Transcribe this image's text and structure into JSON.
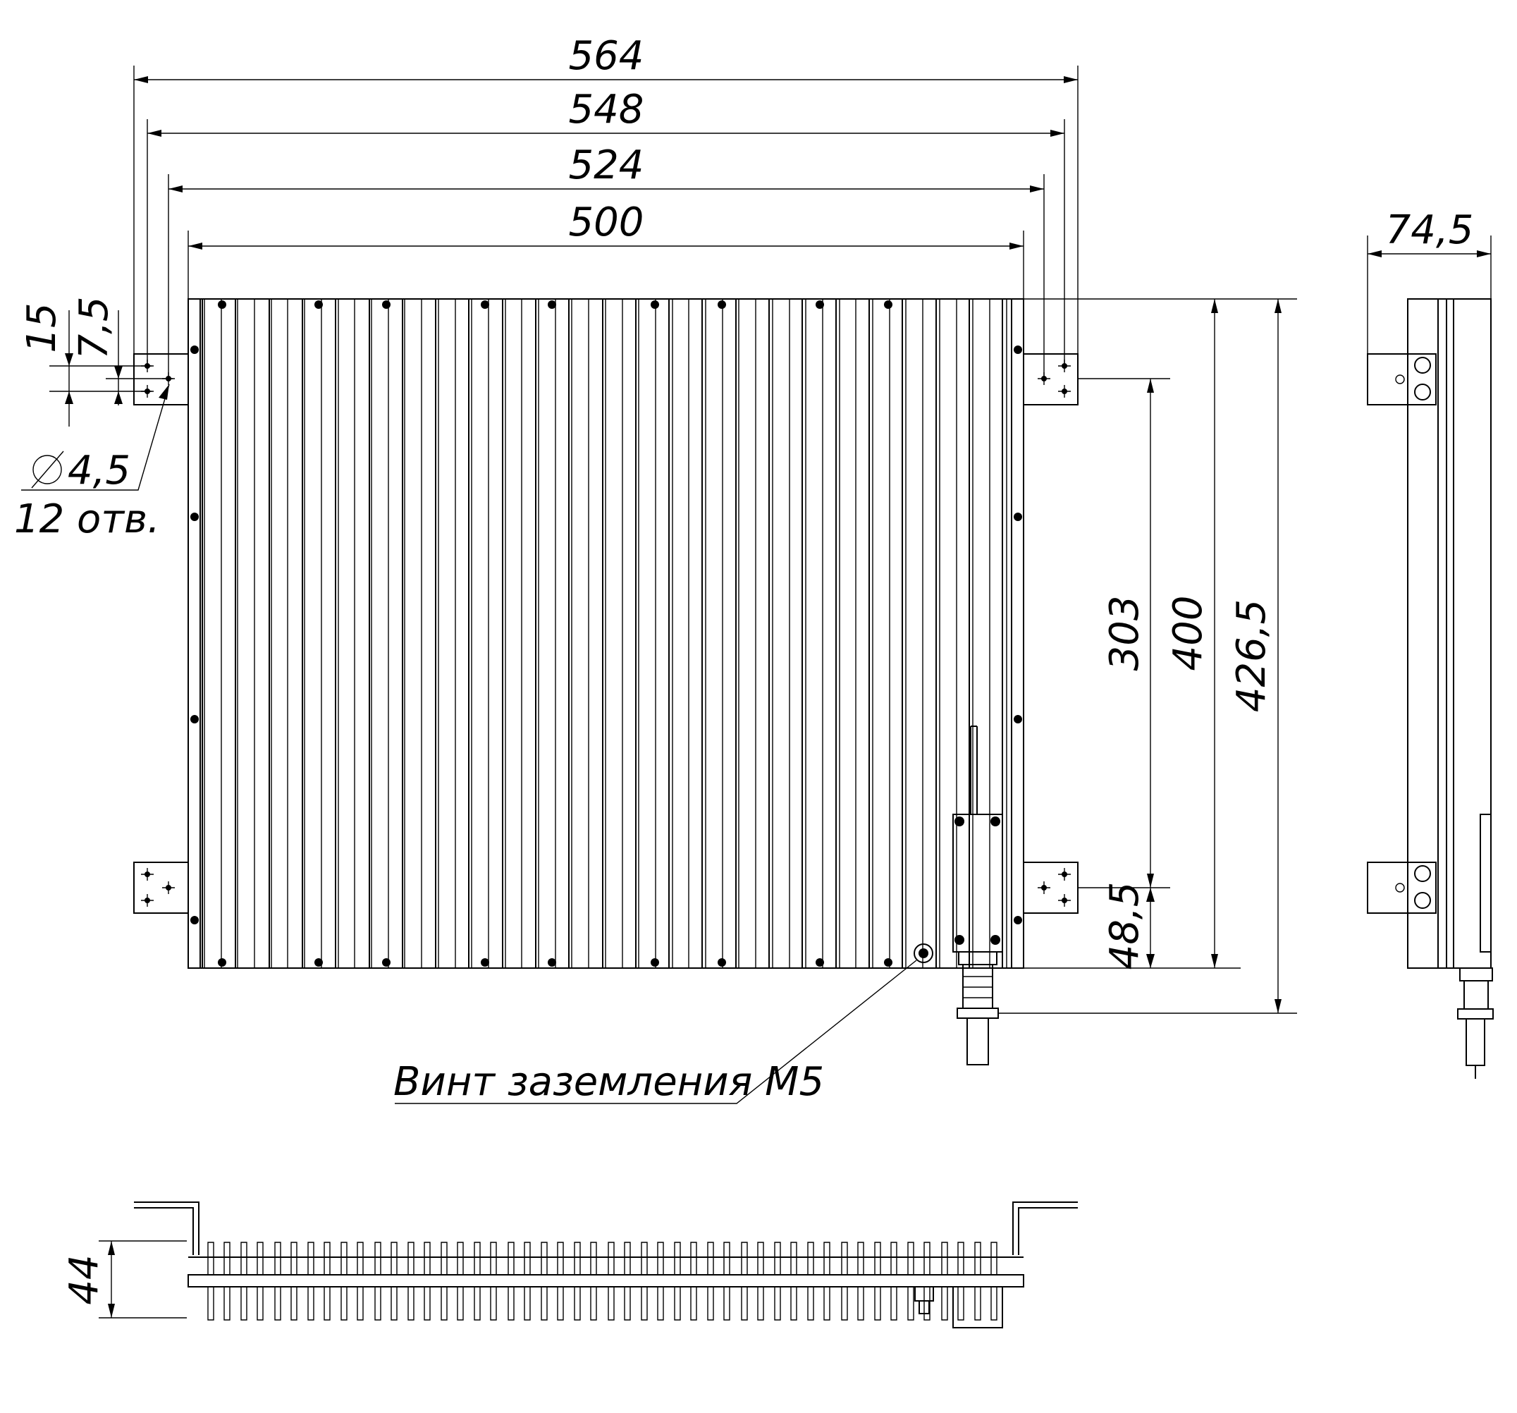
{
  "dimensions": {
    "width_564": "564",
    "width_548": "548",
    "width_524": "524",
    "width_500": "500",
    "depth_74_5": "74,5",
    "height_303": "303",
    "height_400": "400",
    "height_426_5": "426,5",
    "offset_48_5": "48,5",
    "hole_pitch_15": "15",
    "hole_offset_7_5": "7,5",
    "thickness_44": "44"
  },
  "hole_note": {
    "diameter": "4,5",
    "count": "12 отв."
  },
  "ground_screw_label": "Винт заземления М5",
  "colors": {
    "line": "#000000",
    "background": "#ffffff"
  }
}
